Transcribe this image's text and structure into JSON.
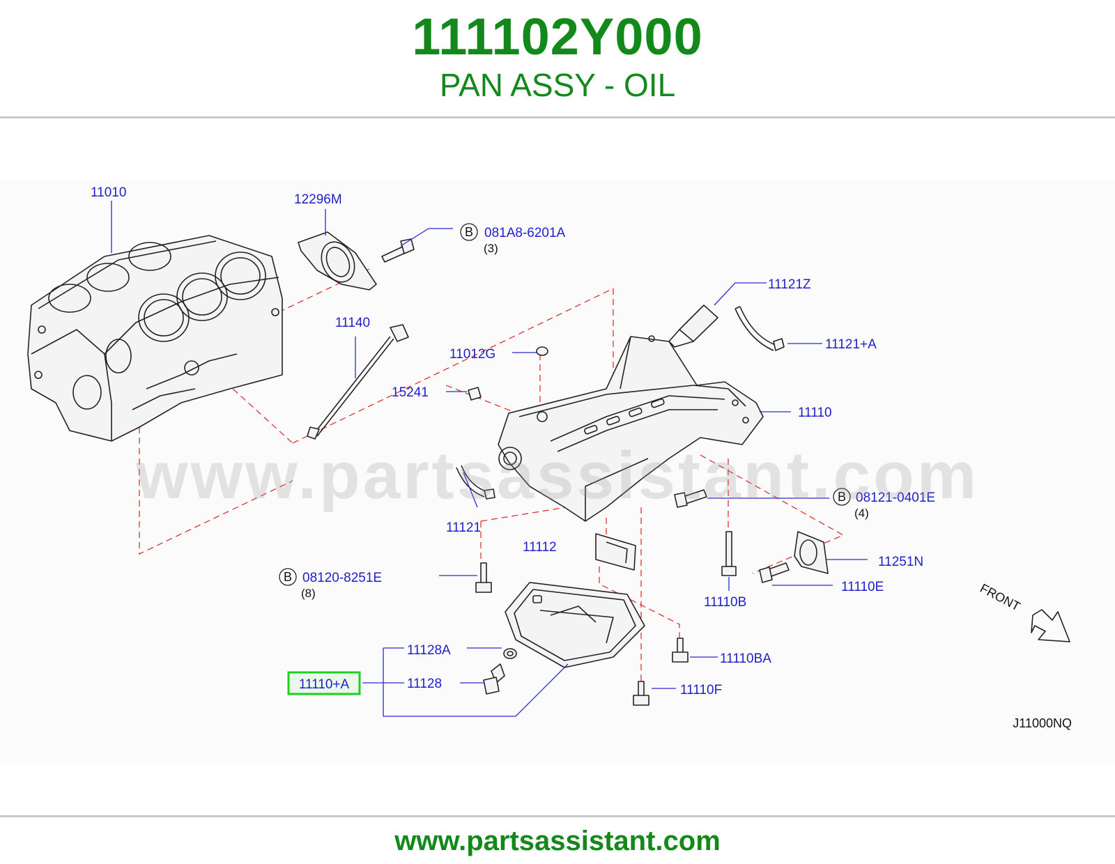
{
  "header": {
    "part_number": "111102Y000",
    "part_title": "PAN ASSY - OIL"
  },
  "watermark": "www.partsassistant.com",
  "footer": {
    "url": "www.partsassistant.com"
  },
  "diagram": {
    "code": "J11000NQ",
    "front_label": "FRONT",
    "highlighted_callout": "11110+A",
    "callouts": {
      "c11010": "11010",
      "c12296M": "12296M",
      "c081A8": "081A8-6201A",
      "c081A8_qty": "(3)",
      "c11140": "11140",
      "c11121Z": "11121Z",
      "c11121A": "11121+A",
      "c11012G": "11012G",
      "c15241": "15241",
      "c11110": "11110",
      "c08121": "08121-0401E",
      "c08121_qty": "(4)",
      "c11121": "11121",
      "c11112": "11112",
      "c11251N": "11251N",
      "c08120": "08120-8251E",
      "c08120_qty": "(8)",
      "c11110E": "11110E",
      "c11110B": "11110B",
      "c11128A": "11128A",
      "c11110BA": "11110BA",
      "c11128": "11128",
      "c11110F": "11110F"
    },
    "bolt_marker": "B"
  },
  "colors": {
    "brand_green": "#12891a",
    "callout_blue": "#1e1ecc",
    "highlight_green": "#1ed01e",
    "dashed_red": "#e02020"
  }
}
